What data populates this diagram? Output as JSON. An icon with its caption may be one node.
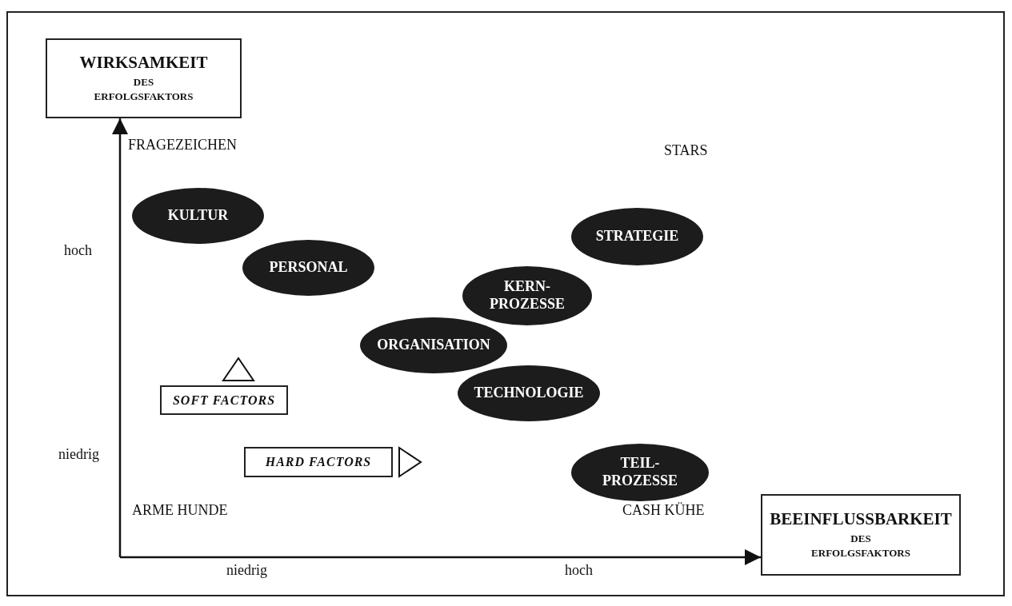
{
  "diagram": {
    "nodes": [
      {
        "text": [
          "WIRKSAMKEIT",
          "DES ERFOLGSFAKTORS"
        ]
      },
      {
        "text": [
          "KULTUR"
        ]
      },
      {
        "text": [
          "PERSONAL"
        ]
      },
      {
        "text": [
          "STRATEGIE"
        ]
      },
      {
        "text": [
          "KERN- PROZESSE"
        ]
      },
      {
        "text": [
          "ORGANISATION"
        ]
      },
      {
        "text": [
          "SOFT FACTORS"
        ]
      },
      {
        "text": [
          "TECHNOLOGIE"
        ]
      },
      {
        "text": [
          "HARD FACTORS"
        ]
      },
      {
        "text": [
          "TEIL- PROZESSE"
        ]
      },
      {
        "text": [
          "BEEINFLUSSBARKEIT",
          "DES ERFOLGSFAKTORS"
        ]
      }
    ],
    "edges": [
      {
        "from": null,
        "to": 0,
        "arrow": "to"
      },
      {
        "from": null,
        "to": 10,
        "arrow": "to"
      }
    ],
    "labels": [
      "FRAGEZEICHEN",
      "STARS",
      "hoch",
      "niedrig",
      "ARME HUNDE",
      "CASH KÜHE",
      "niedrig",
      "hoch"
    ]
  }
}
